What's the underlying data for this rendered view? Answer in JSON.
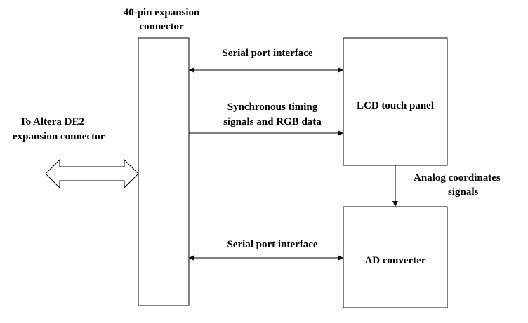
{
  "connector": {
    "title_line1": "40-pin expansion",
    "title_line2": "connector"
  },
  "external": {
    "line1": "To Altera DE2",
    "line2": "expansion connector"
  },
  "lcd": {
    "label": "LCD touch panel"
  },
  "adc": {
    "label": "AD converter"
  },
  "links": {
    "serial_top": "Serial port interface",
    "sync_line1": "Synchronous timing",
    "sync_line2": "signals and RGB data",
    "serial_bottom": "Serial port interface",
    "analog_line1": "Analog  coordinates",
    "analog_line2": "signals"
  },
  "colors": {
    "stroke": "#000000",
    "background": "#ffffff"
  }
}
